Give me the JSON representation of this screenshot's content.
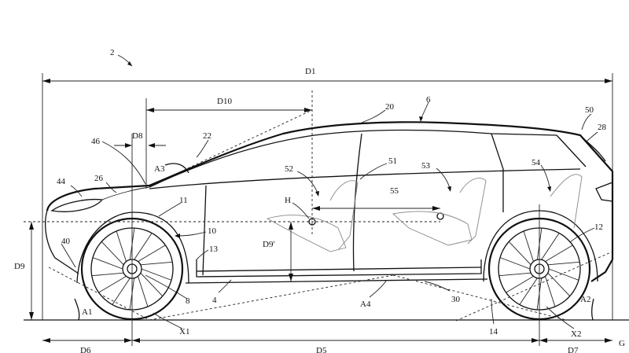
{
  "figure": {
    "ref_numerals": {
      "figure_ref": "2",
      "vehicle": "6",
      "roof": "20",
      "windshield": "22",
      "hood": "26",
      "front_end": "44",
      "front_edge": "46",
      "rear_window": "50",
      "rear": "28",
      "b_pillar": "51",
      "front_seat": "52",
      "rear_seat_2": "53",
      "rear_seat_3": "54",
      "seat_distance": "55",
      "front_arch": "11",
      "front_wheel_edge": "10",
      "sill_front": "13",
      "bumper": "40",
      "floor": "4",
      "rear_arch": "12",
      "wheel_front_hub": "8",
      "underbody": "30",
      "rear_wheel_ref": "14",
      "hip_point": "H",
      "axle_front": "X1",
      "axle_rear": "X2",
      "ground": "G"
    },
    "dimensions": {
      "overall_length": "D1",
      "d10": "D10",
      "d8": "D8",
      "d9": "D9",
      "d9_prime": "D9'",
      "d6": "D6",
      "wheelbase": "D5",
      "d7": "D7"
    },
    "angles": {
      "a1": "A1",
      "a2": "A2",
      "a3": "A3",
      "a4": "A4"
    }
  }
}
